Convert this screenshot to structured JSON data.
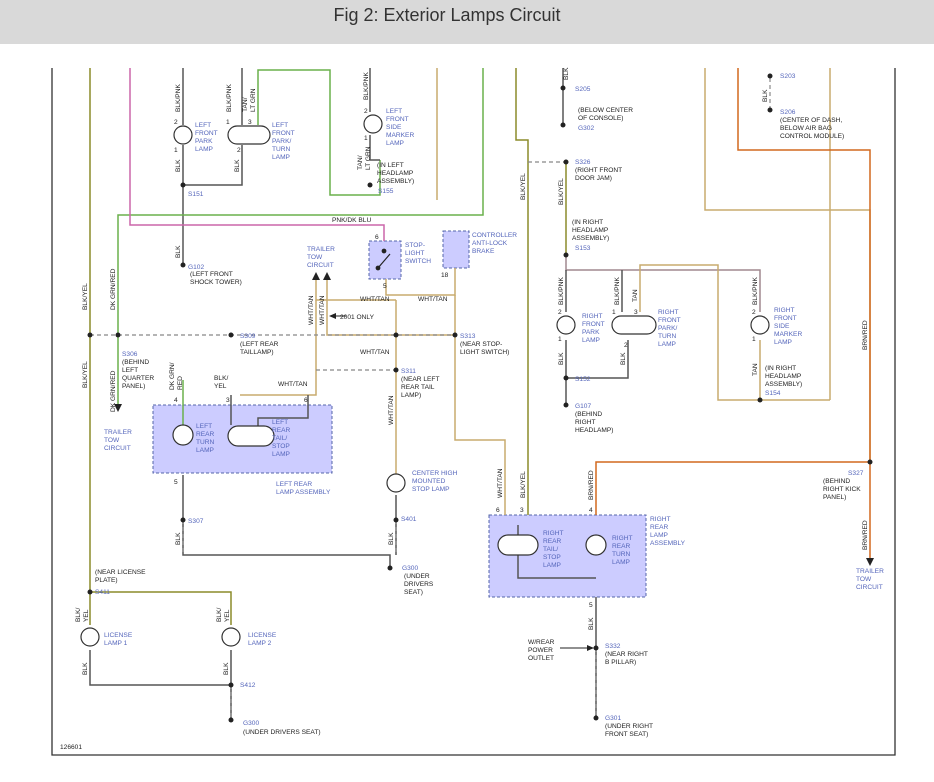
{
  "header": {
    "title": "Fig 2: Exterior Lamps Circuit"
  },
  "colors": {
    "box_fill": "#ccccff",
    "label_blue": "#5566bb",
    "wire_green": "#6ab04c",
    "wire_pink": "#cc66aa",
    "wire_tan": "#c8ab6e",
    "wire_orange": "#d2691e",
    "wire_olive": "#8b8b2a",
    "wire_gray": "#555555"
  },
  "texts": {
    "blkpnk_a": "BLK/PNK",
    "blkpnk_b": "BLK/PNK",
    "tanltgrn": "TAN/\nLT GRN",
    "blkpnk_c": "BLK/PNK",
    "tanltgrn2": "TAN/\nLT GRN",
    "blk_a": "BLK",
    "blk_b": "BLK",
    "blk_top": "BLK",
    "blk_s206": "BLK",
    "lf_park": "LEFT\nFRONT\nPARK\nLAMP",
    "lf_turn": "LEFT\nFRONT\nPARK/\nTURN\nLAMP",
    "lf_side": "LEFT\nFRONT\nSIDE\nMARKER\nLAMP",
    "in_left_hl": "(IN LEFT\nHEADLAMP\nASSEMBLY)",
    "s155": "S155",
    "s151": "S151",
    "g102": "G102",
    "g102_loc": "(LEFT FRONT\nSHOCK TOWER)",
    "s205": "S205",
    "below_console": "(BELOW CENTER\nOF CONSOLE)",
    "g302": "G302",
    "s203": "S203",
    "s206": "S206",
    "s206_loc": "(CENTER OF DASH,\nBELOW AIR BAG\nCONTROL MODULE)",
    "s326": "S326",
    "s326_loc": "(RIGHT FRONT\nDOOR JAM)",
    "blkyel_a": "BLK/YEL",
    "blkyel_b": "BLK/YEL",
    "blkyel_c": "BLK/YEL",
    "blkyel_d": "BLK/YEL",
    "blkyel_e": "BLK/YEL",
    "pnkdkblu": "PNK/DK BLU",
    "dkgrnred_a": "DK GRN/RED",
    "dkgrnred_b": "DK GRN/RED",
    "dkgrnred_c": "DK GRN/\nRED",
    "trailer_tow_top": "TRAILER\nTOW\nCIRCUIT",
    "stop_switch": "STOP-\nLIGHT\nSWITCH",
    "controller": "CONTROLLER\nANTI-LOCK\nBRAKE",
    "wht_tan_a": "WHT/TAN",
    "wht_tan_b": "WHT/TAN",
    "wht_tan_c": "WHT/TAN",
    "wht_tan_d": "WHT/TAN",
    "wht_tan_e": "WHT/TAN",
    "wht_tan_f": "WHT/TAN",
    "wht_tan_g": "WHT/TAN",
    "wht_tan_h": "WHT/TAN",
    "only2001": "2001 ONLY",
    "s309": "S309",
    "s309_loc": "(LEFT REAR\nTAILLAMP)",
    "s313": "S313",
    "s313_loc": "(NEAR STOP-\nLIGHT SWITCH)",
    "s311": "S311",
    "s311_loc": "(NEAR LEFT\nREAR TAIL\nLAMP)",
    "s306": "S306",
    "s306_loc": "(BEHIND\nLEFT\nQUARTER\nPANEL)",
    "blk_yel_lr": "BLK/\nYEL",
    "lr_turn": "LEFT\nREAR\nTURN\nLAMP",
    "lr_tail": "LEFT\nREAR\nTAIL/\nSTOP\nLAMP",
    "lr_assy": "LEFT REAR\nLAMP ASSEMBLY",
    "trailer_tow_left": "TRAILER\nTOW\nCIRCUIT",
    "chmsl": "CENTER HIGH\nMOUNTED\nSTOP LAMP",
    "s401": "S401",
    "s307": "S307",
    "blk_c": "BLK",
    "blk_d": "BLK",
    "g300": "G300",
    "g300_loc": "(UNDER\nDRIVERS\nSEAT)",
    "in_right_hl_top": "(IN RIGHT\nHEADLAMP\nASSEMBLY)",
    "s153": "S153",
    "blkpnk_d": "BLK/PNK",
    "blkpnk_e": "BLK/PNK",
    "tan_a": "TAN",
    "blkpnk_f": "BLK/PNK",
    "rf_park": "RIGHT\nFRONT\nPARK\nLAMP",
    "rf_turn": "RIGHT\nFRONT\nPARK/\nTURN\nLAMP",
    "rf_side": "RIGHT\nFRONT\nSIDE\nMARKER\nLAMP",
    "blk_e": "BLK",
    "blk_f": "BLK",
    "tan_b": "TAN",
    "s152": "S152",
    "g107": "G107",
    "g107_loc": "(BEHIND\nRIGHT\nHEADLAMP)",
    "in_right_hl_bot": "(IN RIGHT\nHEADLAMP\nASSEMBLY)",
    "s154": "S154",
    "brnred_a": "BRN/RED",
    "brnred_b": "BRN/RED",
    "brnred_c": "BRN/RED",
    "s327": "S327",
    "s327_loc": "(BEHIND\nRIGHT KICK\nPANEL)",
    "trailer_tow_right": "TRAILER\nTOW\nCIRCUIT",
    "rr_tail": "RIGHT\nREAR\nTAIL/\nSTOP\nLAMP",
    "rr_turn": "RIGHT\nREAR\nTURN\nLAMP",
    "rr_assy": "RIGHT\nREAR\nLAMP\nASSEMBLY",
    "near_license": "(NEAR LICENSE\nPLATE)",
    "s411": "S411",
    "blk_yel_l1": "BLK/\nYEL",
    "blk_yel_l2": "BLK/\nYEL",
    "license1": "LICENSE\nLAMP 1",
    "license2": "LICENSE\nLAMP 2",
    "blk_g": "BLK",
    "blk_h": "BLK",
    "blk_i": "BLK",
    "s412": "S412",
    "g300b": "G300",
    "g300b_loc": "(UNDER DRIVERS SEAT)",
    "power_outlet": "W/REAR\nPOWER\nOUTLET",
    "s332": "S332",
    "s332_loc": "(NEAR RIGHT\nB PILLAR)",
    "g301": "G301",
    "g301_loc": "(UNDER RIGHT\nFRONT SEAT)",
    "blk_j": "BLK",
    "figno": "126601",
    "p2a": "2",
    "p1a": "1",
    "p1b": "1",
    "p3b": "3",
    "p2b": "2",
    "p2c": "2",
    "p1c": "1",
    "p6": "6",
    "p5": "5",
    "p18": "18",
    "p4l": "4",
    "p3l": "3",
    "p6l": "6",
    "p5l": "5",
    "p6r": "6",
    "p3r": "3",
    "p4r": "4",
    "p5r": "5",
    "p2d": "2",
    "p1d": "1",
    "p3d": "3",
    "p1e": "1",
    "p2e": "2",
    "p2f": "2",
    "p1f": "1"
  }
}
